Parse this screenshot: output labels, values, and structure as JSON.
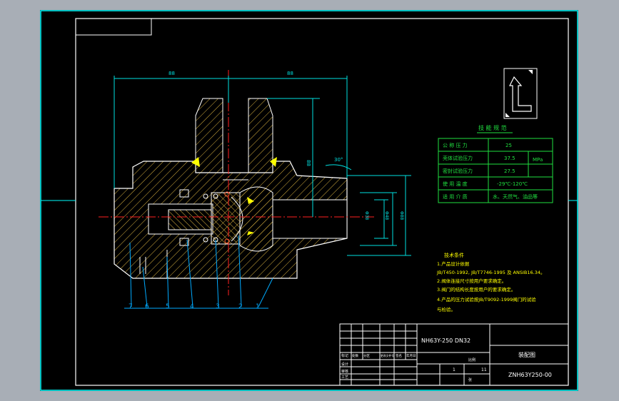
{
  "colors": {
    "background": "#000000",
    "frame": "#00ffff",
    "outline": "#ffffff",
    "hatch": "#e0c040",
    "centerline": "#ff2020",
    "dimension": "#00e0e0",
    "leader": "#00aaff",
    "table": "#20e040",
    "accent_yellow": "#ffff00",
    "title_text": "#ffffff"
  },
  "dimensions": {
    "top_left": "88",
    "top_right": "88",
    "vertical_main": "88",
    "angle": "30°",
    "dia_1": "Φ38",
    "dia_2": "Φ48",
    "dia_3": "Φ88"
  },
  "part_labels": [
    "7",
    "6",
    "5",
    "4",
    "3",
    "2",
    "1"
  ],
  "tech_table": {
    "title": "技 能 规 范",
    "rows": [
      {
        "label": "公 称 压 力",
        "value": "25"
      },
      {
        "label": "壳体试验压力",
        "value": "37.5"
      },
      {
        "label": "密封试验压力",
        "value": "27.5"
      },
      {
        "label": "使 用 温 度",
        "value": "-29℃-120℃"
      },
      {
        "label": "适 用 介 质",
        "value": "水、天然气、油品等"
      }
    ],
    "unit": "MPa"
  },
  "notes": {
    "title": "技术条件",
    "lines": [
      "1.产品设计依据",
      "JB/T450-1992, JB/T7746-1995 及 ANSIB16.34。",
      "2.阀体连接尺寸按用户要求确定。",
      "3.阀门的结构长度按用户的要求确定。",
      "4.产品的压力试验按JB/T9092-1999阀门的试验",
      "与检验。"
    ]
  },
  "title_block": {
    "model": "NH63Y-250 DN32",
    "drawing_name": "装配图",
    "drawing_no": "ZNH63Y250-00",
    "scale_label": "比例",
    "scale": "1",
    "sheet_count": "11",
    "material": "",
    "sheet_label": "张",
    "row_labels": [
      "标记",
      "设计",
      "审核",
      "工艺"
    ],
    "col_labels": [
      "处数",
      "分区",
      "更改文件号",
      "签名",
      "年月日"
    ]
  }
}
